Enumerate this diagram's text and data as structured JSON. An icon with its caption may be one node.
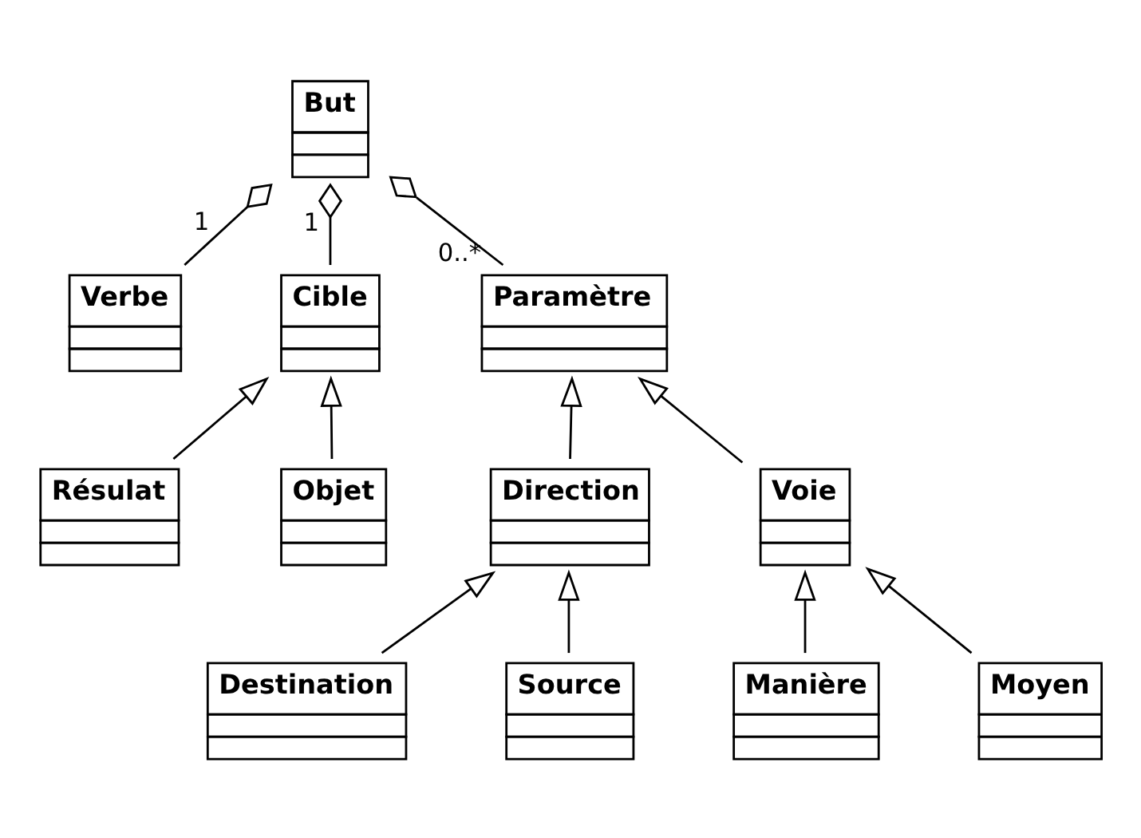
{
  "diagram": {
    "nodes": [
      {
        "text": [
          "Verbe"
        ]
      },
      {
        "text": [
          "But"
        ]
      },
      {
        "text": [
          "Résulat"
        ]
      },
      {
        "text": [
          "Cible"
        ]
      },
      {
        "text": [
          "Objet"
        ]
      },
      {
        "text": [
          "Paramètre"
        ]
      },
      {
        "text": [
          "Direction"
        ]
      },
      {
        "text": [
          "Voie"
        ]
      },
      {
        "text": [
          "Destination"
        ]
      },
      {
        "text": [
          "Source"
        ]
      },
      {
        "text": [
          "Manière"
        ]
      },
      {
        "text": [
          "Moyen"
        ]
      }
    ],
    "edges": [
      {
        "from": 0,
        "to": 1,
        "arrow": "other",
        "label": "1"
      },
      {
        "from": 3,
        "to": 1,
        "arrow": "other",
        "label": "1"
      },
      {
        "from": 5,
        "to": 1,
        "arrow": "other",
        "label": "0..*"
      },
      {
        "from": 2,
        "to": 3,
        "arrow": "to"
      },
      {
        "from": 4,
        "to": 3,
        "arrow": "to"
      },
      {
        "from": 6,
        "to": 5,
        "arrow": "to"
      },
      {
        "from": 7,
        "to": 5,
        "arrow": "to"
      },
      {
        "from": 8,
        "to": 6,
        "arrow": "to"
      },
      {
        "from": 9,
        "to": 6,
        "arrow": "to"
      },
      {
        "from": 10,
        "to": 7,
        "arrow": "to"
      },
      {
        "from": 11,
        "to": 7,
        "arrow": "to"
      }
    ]
  }
}
